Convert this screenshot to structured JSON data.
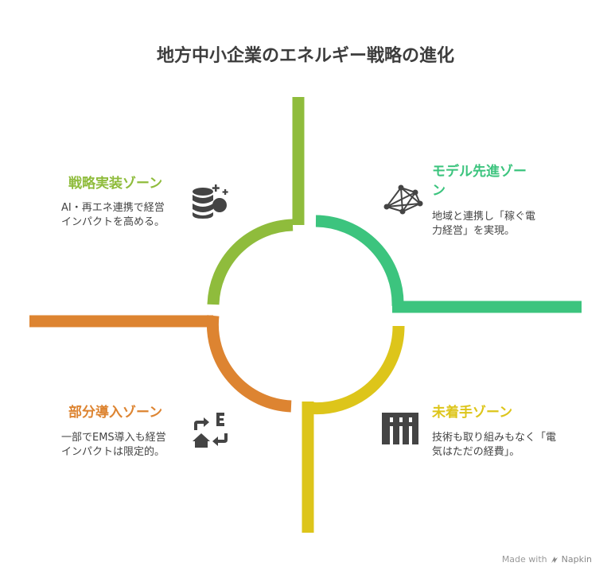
{
  "title": "地方中小企業のエネルギー戦略の進化",
  "colors": {
    "green": "#8fbc3c",
    "teal": "#3cc47e",
    "yellow": "#ddc51a",
    "orange": "#dd8431"
  },
  "zones": {
    "top_left": {
      "title": "戦略実装ゾーン",
      "desc_line1": "AI・再エネ連携で経営",
      "desc_line2": "インパクトを高める。",
      "icon": "database-coins-icon"
    },
    "top_right": {
      "title_line1": "モデル先進ゾー",
      "title_line2": "ン",
      "desc_line1": "地域と連携し「稼ぐ電",
      "desc_line2": "力経営」を実現。",
      "icon": "network-mesh-icon"
    },
    "bottom_left": {
      "title": "部分導入ゾーン",
      "desc_line1": "一部でEMS導入も経営",
      "desc_line2": "インパクトは限定的。",
      "icon": "home-energy-transfer-icon"
    },
    "bottom_right": {
      "title": "未着手ゾーン",
      "desc_line1": "技術も取り組みもなく「電",
      "desc_line2": "気はただの経費」。",
      "icon": "building-columns-icon"
    }
  },
  "footer": {
    "made_with": "Made with",
    "brand": "Napkin"
  }
}
